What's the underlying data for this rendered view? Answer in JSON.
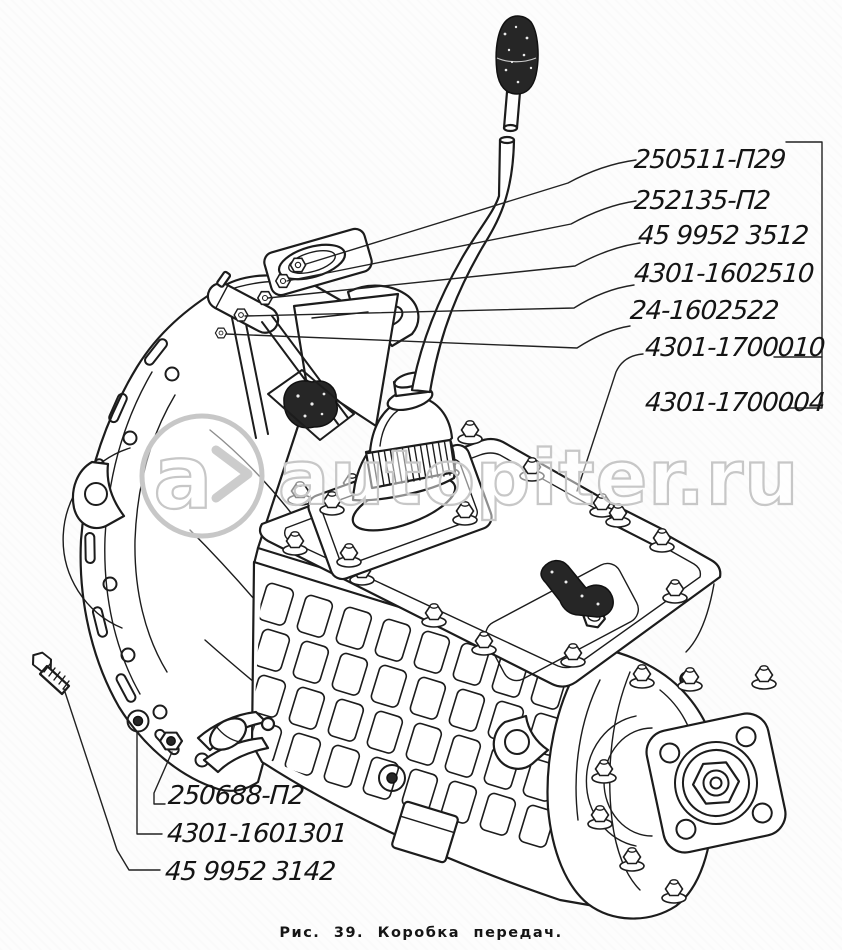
{
  "figure": {
    "caption": "Рис. 39. Коробка передач.",
    "ink_color": "#1c1c1c",
    "paper_color": "#fdfdfd",
    "watermark": {
      "logo_text": "a",
      "site_text": "autopiter.ru",
      "color": "#c7c7c7"
    },
    "callouts_right": [
      "250511-П29",
      "252135-П2",
      "45 9952 3512",
      "4301-1602510",
      "24-1602522",
      "4301-1700010",
      "4301-1700004"
    ],
    "callouts_bottom_left": [
      "250688-П2",
      "4301-1601301",
      "45 9952 3142"
    ]
  }
}
